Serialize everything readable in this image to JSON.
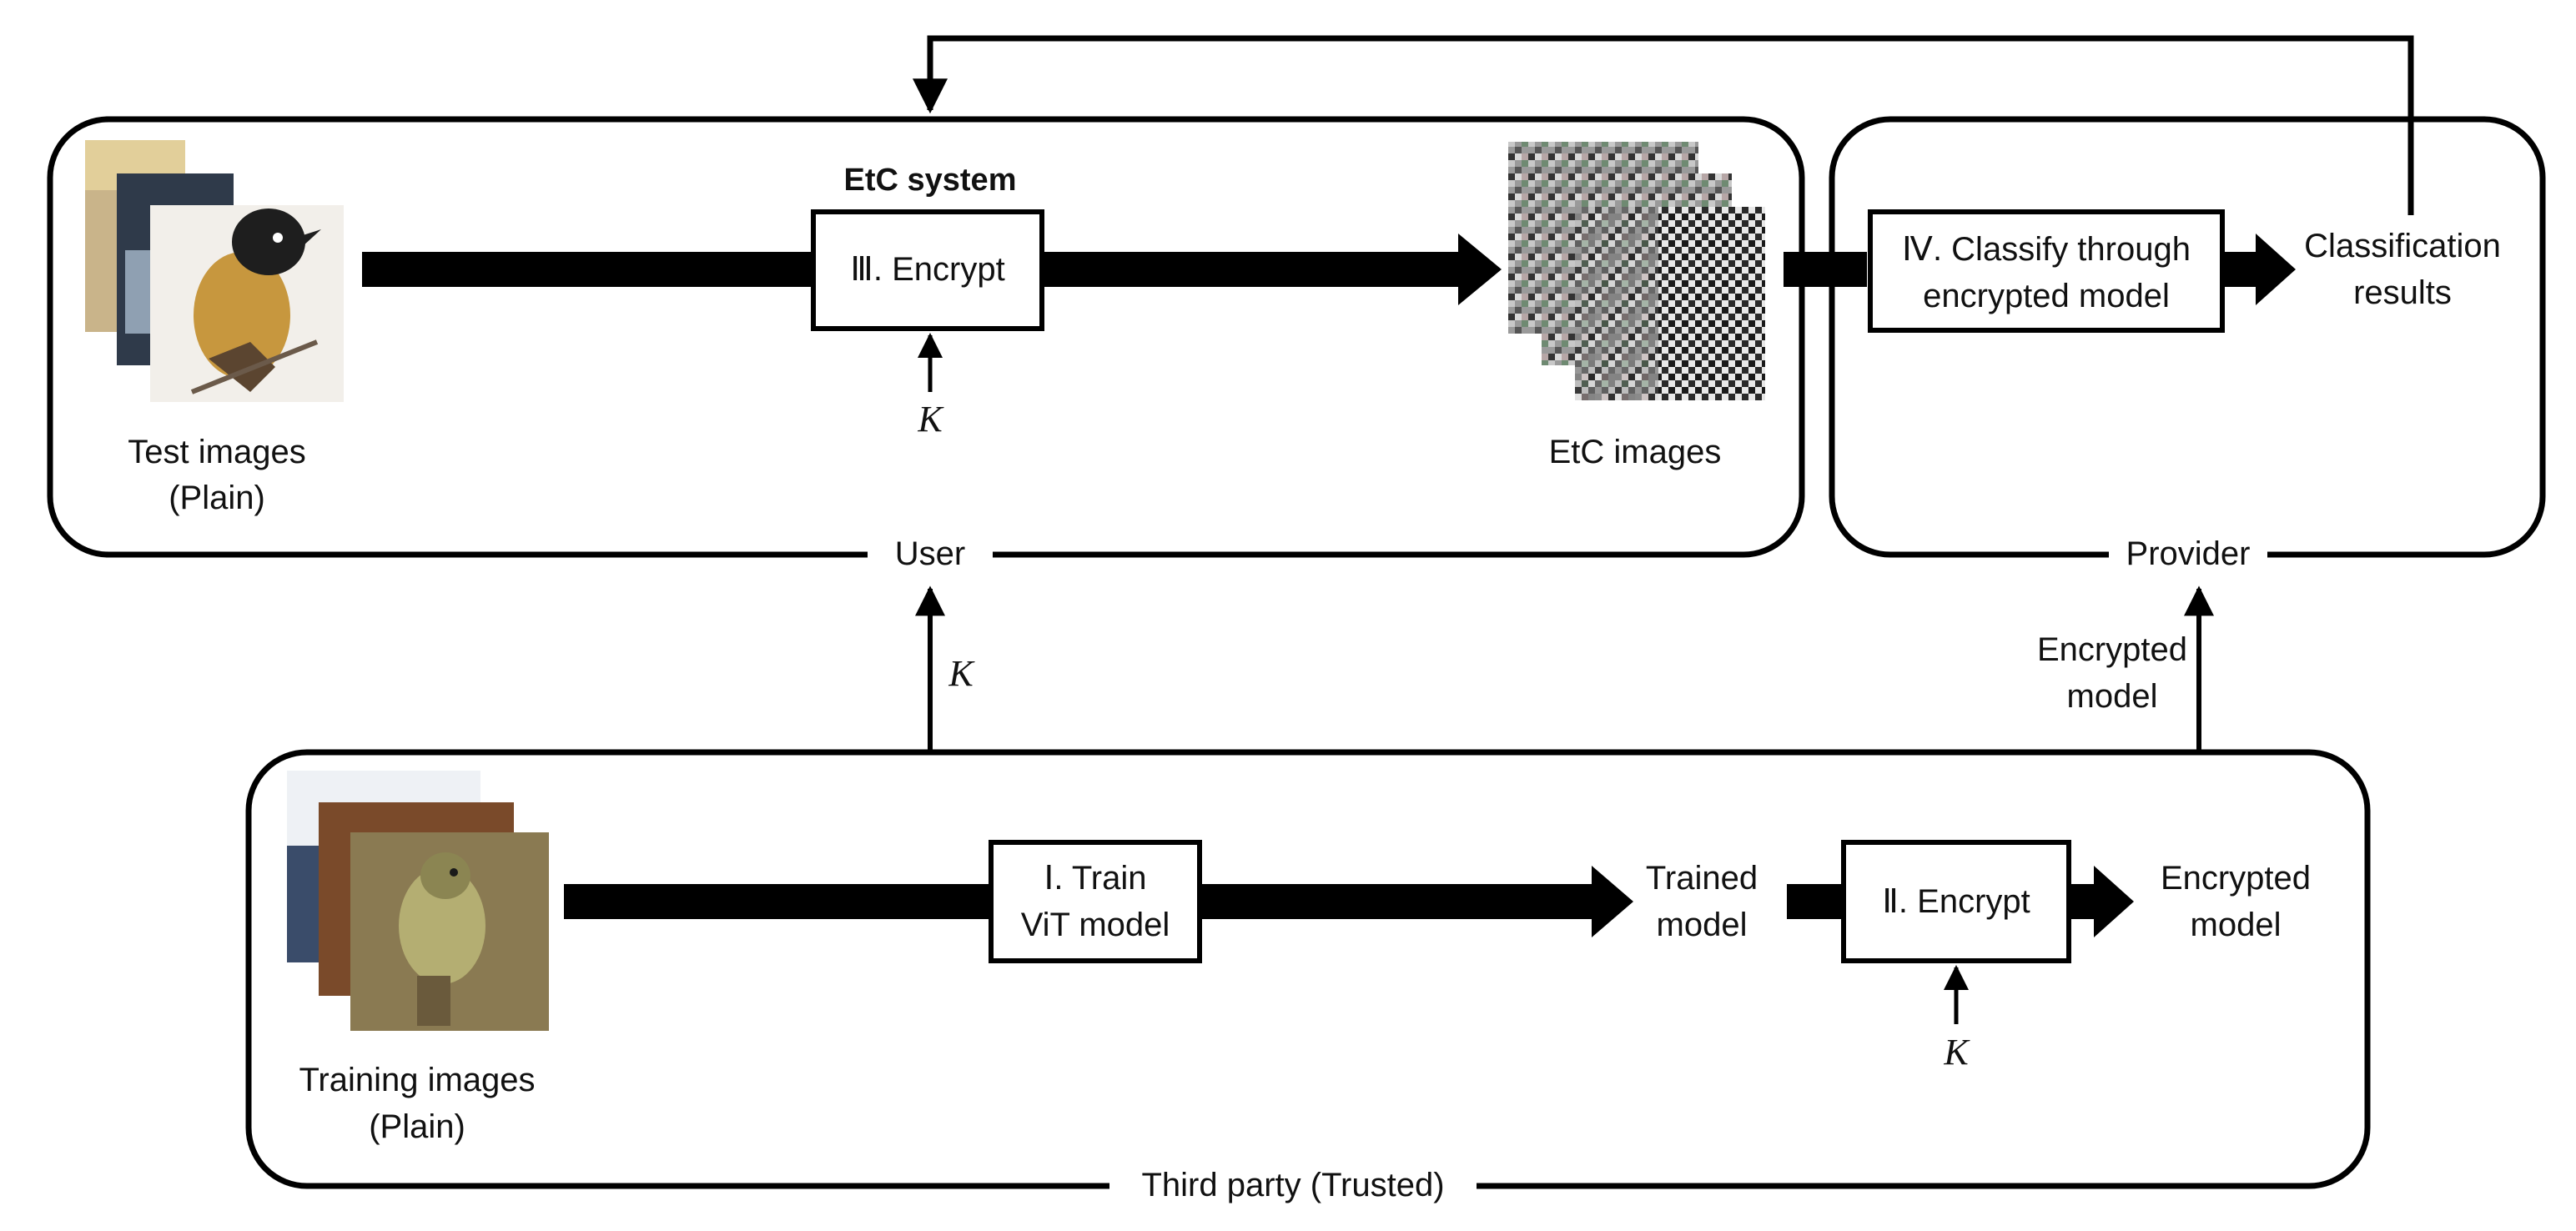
{
  "colors": {
    "stroke": "#000000",
    "background": "#ffffff",
    "text": "#111111"
  },
  "groups": {
    "user": "User",
    "provider": "Provider",
    "third_party": "Third party (Trusted)"
  },
  "etc_system_title": "EtC system",
  "steps": {
    "encrypt_images": "Ⅲ. Encrypt",
    "classify_line1": "Ⅳ. Classify through",
    "classify_line2": "encrypted model",
    "train_line1": "Ⅰ. Train",
    "train_line2": "ViT model",
    "encrypt_model": "Ⅱ. Encrypt"
  },
  "labels": {
    "test_images_line1": "Test images",
    "test_images_line2": "(Plain)",
    "etc_images": "EtC images",
    "classification_line1": "Classification",
    "classification_line2": "results",
    "training_images_line1": "Training images",
    "training_images_line2": "(Plain)",
    "trained_model_line1": "Trained",
    "trained_model_line2": "model",
    "encrypted_model_line1": "Encrypted",
    "encrypted_model_line2": "model",
    "encrypted_model_up_line1": "Encrypted",
    "encrypted_model_up_line2": "model",
    "key": "K"
  },
  "icons": {
    "test_images": "bird-photo-stack-icon",
    "training_images": "bird-photo-stack-icon",
    "etc_images": "scrambled-image-stack-icon"
  }
}
